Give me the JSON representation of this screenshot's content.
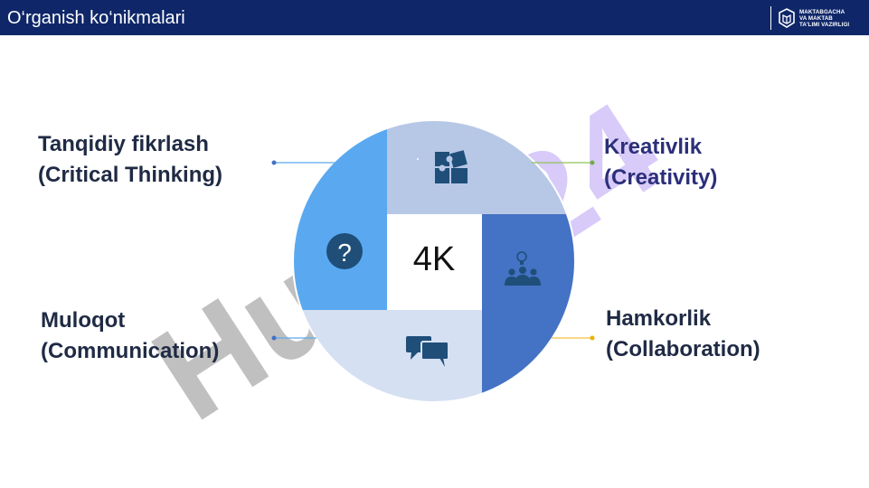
{
  "header": {
    "title": "O‘rganish ko‘nikmalari",
    "logo_lines": [
      "MAKTABGACHA",
      "VA MAKTAB",
      "TA'LIMI VAZIRLIGI"
    ]
  },
  "watermark": {
    "text_primary": "Hujjat",
    "text_accent": "24"
  },
  "diagram": {
    "center_label": "4K",
    "skills": [
      {
        "name": "Tanqidiy fikrlash",
        "english": "(Critical Thinking)",
        "icon": "question-icon"
      },
      {
        "name": "Kreativlik",
        "english": "(Creativity)",
        "icon": "puzzle-icon"
      },
      {
        "name": "Muloqot",
        "english": "(Communication)",
        "icon": "chat-icon"
      },
      {
        "name": "Hamkorlik",
        "english": "(Collaboration)",
        "icon": "team-icon"
      }
    ]
  },
  "colors": {
    "header_bg": "#0f2769",
    "quadrant_critical_thinking": "#5aa9f0",
    "quadrant_creativity": "#b7c7e6",
    "quadrant_collaboration": "#4472c4",
    "quadrant_communication": "#d5e0f2",
    "watermark_gray": "#8c8c8c",
    "watermark_purple": "#c8b4f7"
  }
}
